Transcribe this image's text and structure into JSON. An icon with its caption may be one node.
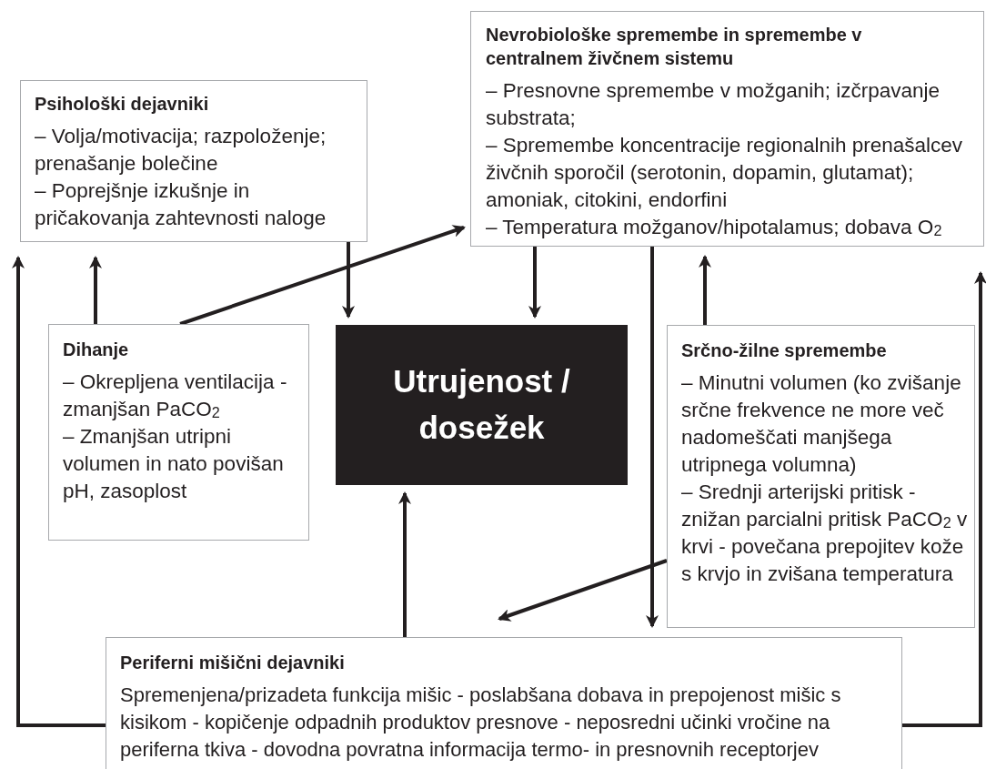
{
  "diagram": {
    "nodes": [
      {
        "text": [
          "Psihološki dejavniki",
          "– Volja/motivacija; razpoloženje; prenašanje bolečine",
          "– Poprejšnje izkušnje in pričakovanja zahtevnosti naloge"
        ]
      },
      {
        "text": [
          "Nevrobiološke spremembe in spremembe v centralnem živčnem sistemu",
          "– Presnovne spremembe v možganih; izčrpavanje substrata;",
          "– Spremembe koncentracije regionalnih prenašalcev živčnih sporočil (serotonin, dopamin, glutamat); amoniak, citokini, endorfini",
          "– Temperatura možganov/hipotalamus; dobava O$_{2}$"
        ]
      },
      {
        "text": [
          "Utrujenost / dosežek"
        ]
      },
      {
        "text": [
          "Dihanje",
          "– Okrepljena ventilacija - zmanjšan PaCO$_{2}$",
          "– Zmanjšan utripni volumen in nato povišan pH, zasoplost"
        ]
      },
      {
        "text": [
          "Srčno-žilne spremembe",
          "– Minutni volumen (ko zvišanje srčne frekvence ne more več nadomeščati manjšega utripnega volumna)",
          "– Srednji arterijski pritisk - znižan parcialni pritisk PaCO$_{2}$ v krvi - povečana prepojitev kože s krvjo in zvišana temperatura"
        ]
      },
      {
        "text": [
          "Periferni mišični dejavniki",
          "Spremenjena/prizadeta funkcija mišic - poslabšana dobava in prepojenost mišic s kisikom - kopičenje odpadnih produktov presnove - neposredni učinki vročine na periferna tkiva - dovodna povratna informacija termo- in presnovnih receptorjev"
        ]
      }
    ],
    "edges": [
      {
        "from": 3,
        "to": 0,
        "arrow": "to"
      },
      {
        "from": 3,
        "to": 1,
        "arrow": "to"
      },
      {
        "from": 0,
        "to": 2,
        "arrow": "to"
      },
      {
        "from": 1,
        "to": 2,
        "arrow": "to"
      },
      {
        "from": 1,
        "to": 5,
        "arrow": "to"
      },
      {
        "from": 4,
        "to": 5,
        "arrow": "to"
      },
      {
        "from": 4,
        "to": 1,
        "arrow": "to"
      },
      {
        "from": 5,
        "to": 2,
        "arrow": "to"
      },
      {
        "from": 5,
        "to": 0,
        "arrow": "to"
      },
      {
        "from": 5,
        "to": 1,
        "arrow": "to"
      }
    ]
  }
}
